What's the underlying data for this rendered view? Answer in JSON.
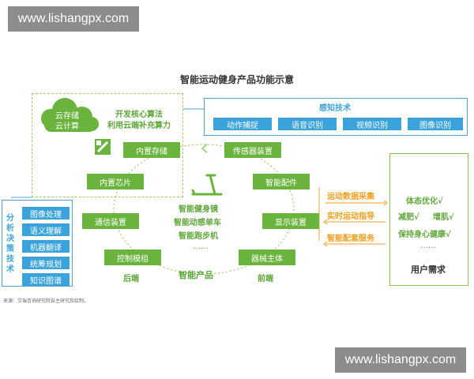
{
  "watermark": {
    "top": "www.lishangpx.com",
    "bottom": "www.lishangpx.com"
  },
  "title": "智能运动健身产品功能示意",
  "cloud": {
    "line1": "云存储",
    "line2": "云计算"
  },
  "algorithm": {
    "line1": "开发核心算法",
    "line2": "利用云端补充算力"
  },
  "sensing": {
    "title": "感知技术",
    "items": [
      "动作捕捉",
      "语音识别",
      "视频识别",
      "图像识别"
    ]
  },
  "cycle": {
    "storage": "内置存储",
    "sensor": "传感器装置",
    "chip": "内置芯片",
    "fittings": "智能配件",
    "comm": "通信装置",
    "display": "显示装置",
    "control": "控制模组",
    "body": "器械主体",
    "back_label": "后端",
    "front_label": "前端"
  },
  "products": {
    "items": [
      "智能健身镜",
      "智能动感单车",
      "智能跑步机"
    ],
    "ellipsis": "……",
    "label": "智能产品"
  },
  "analysis": {
    "title": "分析决策技术",
    "items": [
      "图像处理",
      "语义理解",
      "机器翻译",
      "统筹规划",
      "知识图谱"
    ]
  },
  "flows": [
    "运动数据采集",
    "实时运动指导",
    "智能配套服务"
  ],
  "needs": {
    "items": [
      "体态优化√",
      "减肥√",
      "增肌√",
      "保持身心健康√"
    ],
    "ellipsis": "……",
    "label": "用户需求"
  },
  "source": "来源：艾瑞咨询研究院自主研究及绘制。",
  "colors": {
    "green": "#6ab43e",
    "blue": "#3aa3dc",
    "orange": "#f0a020"
  }
}
